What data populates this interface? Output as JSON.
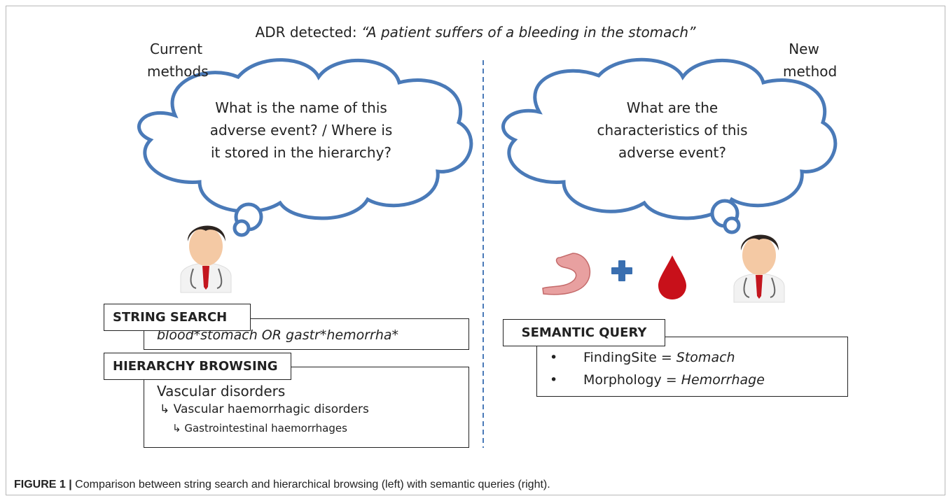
{
  "header": {
    "prefix": "ADR detected: ",
    "quote": "“A patient suffers of a bleeding in the stomach”"
  },
  "left": {
    "label_line1": "Current",
    "label_line2": "methods",
    "cloud_lines": [
      "What is the name of this",
      "adverse event? / Where is",
      "it stored in the hierarchy?"
    ],
    "string_search": {
      "title": "STRING SEARCH",
      "query": "blood*stomach  OR gastr*hemorrha*"
    },
    "hierarchy": {
      "title": "HIERARCHY BROWSING",
      "level1": "Vascular disorders",
      "level2": "↳ Vascular haemorrhagic disorders",
      "level3": "↳ Gastrointestinal haemorrhages"
    }
  },
  "right": {
    "label_line1": "New",
    "label_line2": "method",
    "cloud_lines": [
      "What are the",
      "characteristics of this",
      "adverse event?"
    ],
    "semantic": {
      "title": "SEMANTIC QUERY",
      "items": [
        {
          "key": "FindingSite = ",
          "value": "Stomach"
        },
        {
          "key": "Morphology = ",
          "value": "Hemorrhage"
        }
      ]
    }
  },
  "caption": {
    "label": "FIGURE 1 |",
    "text": " Comparison between string search and hierarchical browsing (left) with semantic queries (right)."
  },
  "colors": {
    "cloud_stroke": "#4a7ab8",
    "divider": "#4a7ab8",
    "plus": "#3a6fb0",
    "blood": "#c8101a",
    "stomach": "#e8a0a0"
  }
}
